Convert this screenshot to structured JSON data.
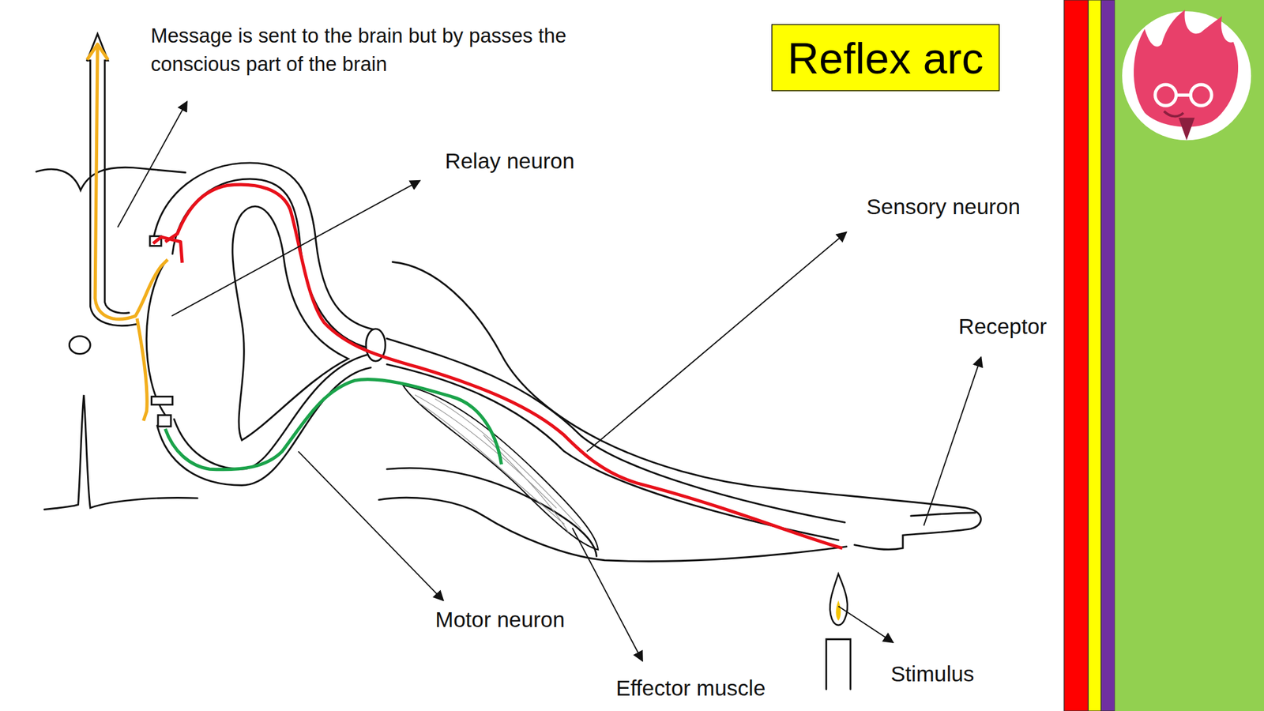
{
  "diagram": {
    "title": "Reflex arc",
    "labels": [
      "Message is sent to the brain but by passes the conscious part of the brain",
      "Relay neuron",
      "Sensory neuron",
      "Receptor",
      "Motor neuron",
      "Effector muscle",
      "Stimulus"
    ]
  }
}
